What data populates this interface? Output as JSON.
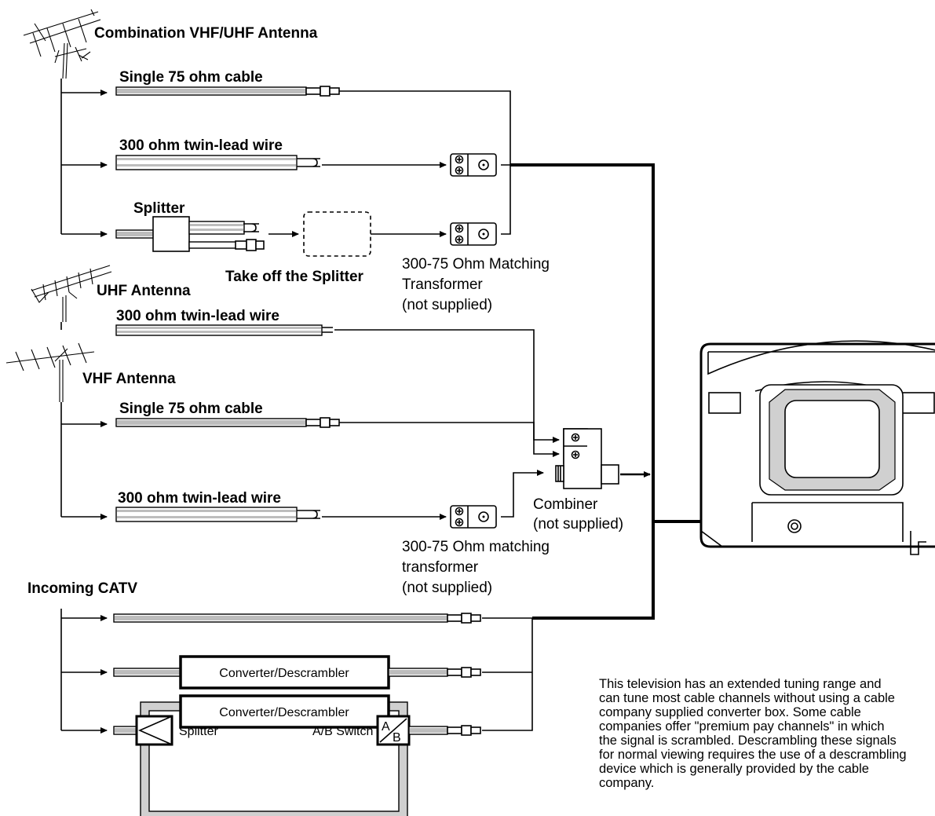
{
  "labels": {
    "combo_antenna": "Combination VHF/UHF Antenna",
    "single75_a": "Single 75 ohm cable",
    "twin300_a": "300 ohm twin-lead wire",
    "splitter": "Splitter",
    "take_off": "Take off the Splitter",
    "transformer_1": "300-75 Ohm Matching",
    "transformer_2": "Transformer",
    "transformer_3": "(not supplied)",
    "uhf_antenna": "UHF Antenna",
    "twin300_b": "300 ohm twin-lead wire",
    "vhf_antenna": "VHF Antenna",
    "single75_b": "Single 75 ohm cable",
    "twin300_c": "300 ohm twin-lead wire",
    "combiner_1": "Combiner",
    "combiner_2": "(not supplied)",
    "matching_1": "300-75 Ohm matching",
    "matching_2": "transformer",
    "matching_3": "(not supplied)",
    "catv": "Incoming CATV",
    "converter_1": "Converter/Descrambler",
    "converter_2": "Converter/Descrambler",
    "splitter_small": "Splitter",
    "ab_switch": "A/B Switch"
  },
  "note": "This television has an extended tuning range and\ncan tune most cable channels without using a cable\ncompany supplied converter box. Some cable\ncompanies offer \"premium pay channels\" in which\nthe signal is scrambled. Descrambling these signals\nfor normal viewing requires the use of a descrambling\ndevice which is generally provided by the cable\ncompany."
}
